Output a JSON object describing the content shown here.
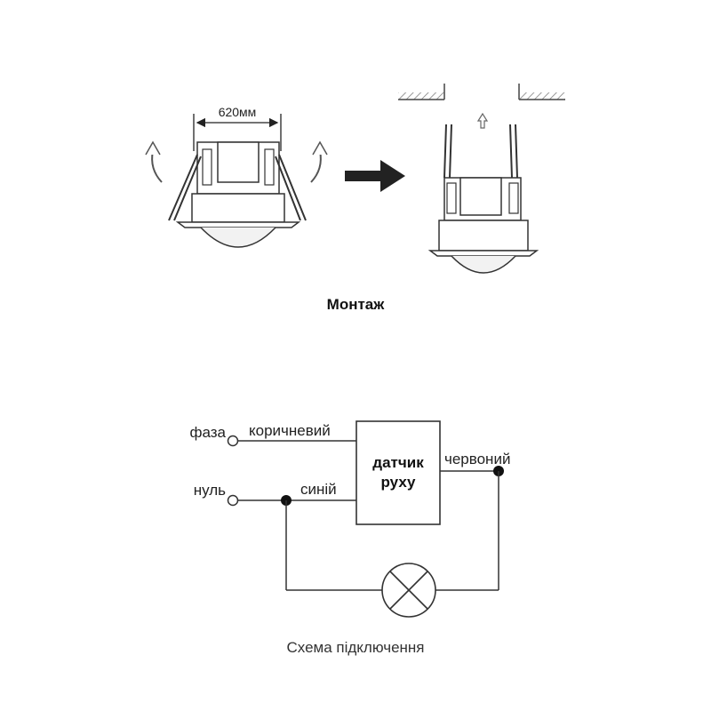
{
  "mounting": {
    "dimension_label": "620мм",
    "caption": "Монтаж"
  },
  "wiring": {
    "phase_label": "фаза",
    "neutral_label": "нуль",
    "brown_wire_label": "коричневий",
    "blue_wire_label": "синій",
    "red_wire_label": "червоний",
    "sensor_label_line1": "датчик",
    "sensor_label_line2": "руху",
    "caption": "Схема підключення"
  }
}
